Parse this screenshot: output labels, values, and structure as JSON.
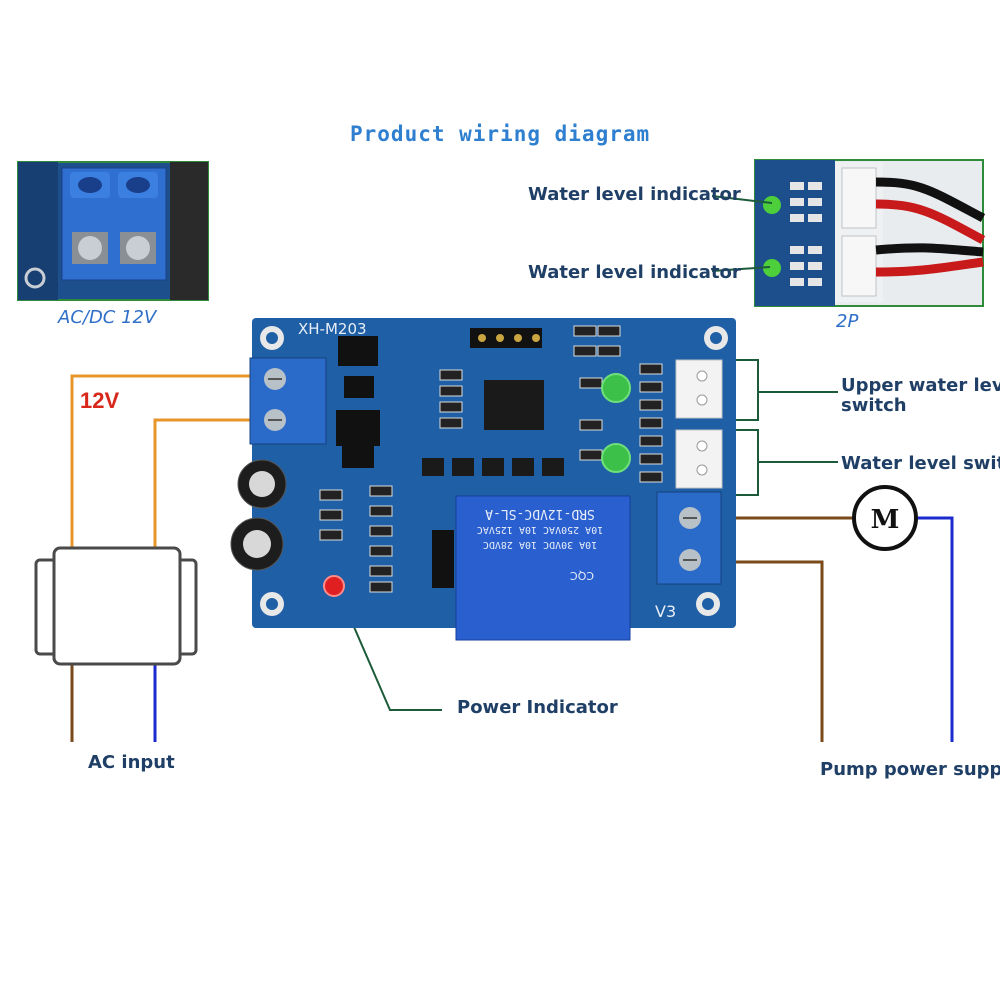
{
  "title": "Product wiring diagram",
  "inset_left_caption": "AC/DC 12V",
  "inset_right_caption": "2P",
  "voltage_label": "12V",
  "board": {
    "model": "XH-M203",
    "relay_text": [
      "SRD-12VDC-SL-A",
      "10A 250VAC 10A 125VAC",
      "10A 30VDC 10A 28VDC"
    ],
    "version": "V3",
    "cqc": "CQC",
    "motor_symbol": "M"
  },
  "labels": {
    "water_level_indicator_1": "Water level indicator",
    "water_level_indicator_2": "Water level indicator",
    "upper_switch_line1": "Upper water level",
    "upper_switch_line2": "switch",
    "water_level_switch": "Water level switch",
    "power_indicator": "Power Indicator",
    "ac_input": "AC input",
    "pump_power_supply": "Pump power supply"
  },
  "colors": {
    "pcb": "#1f5fa5",
    "terminal": "#2a6bc9",
    "wire_orange": "#e8952b",
    "wire_brown": "#7a4a1a",
    "wire_blue": "#1b2bcf",
    "leader_green": "#1c5b3a",
    "label_text": "#1f3f66",
    "title_text": "#2e7fd0"
  }
}
